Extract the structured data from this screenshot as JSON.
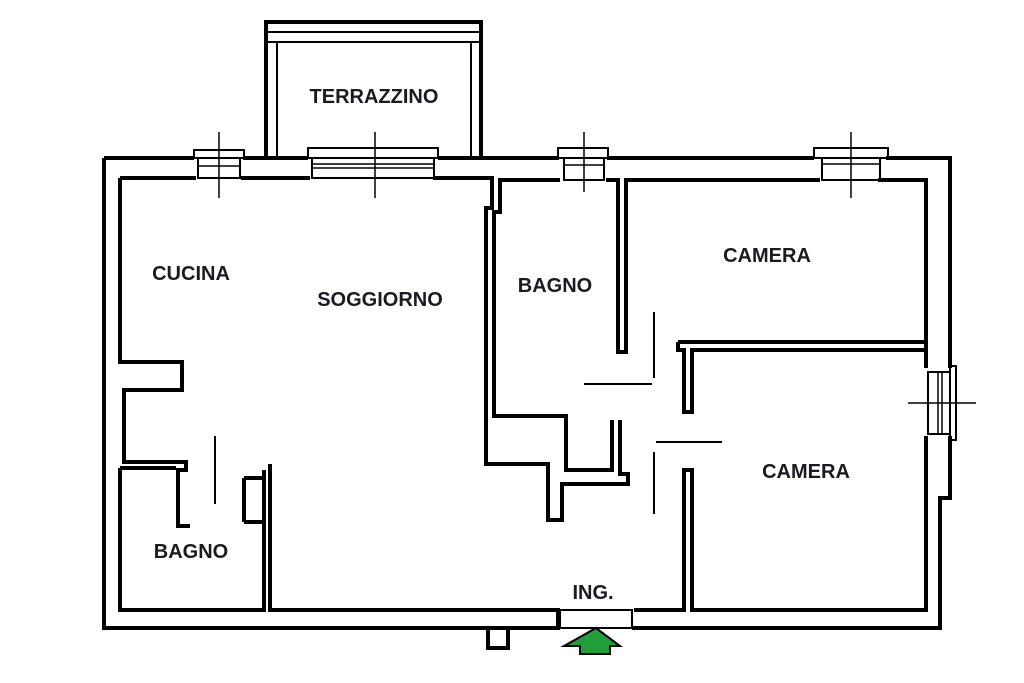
{
  "floorplan": {
    "rooms": {
      "terrazzino": "TERRAZZINO",
      "cucina": "CUCINA",
      "soggiorno": "SOGGIORNO",
      "bagno_top": "BAGNO",
      "camera_top": "CAMERA",
      "camera_bottom": "CAMERA",
      "bagno_bottom": "BAGNO",
      "ingresso": "ING."
    },
    "entrance_arrow_color": "#1f9e3a"
  }
}
